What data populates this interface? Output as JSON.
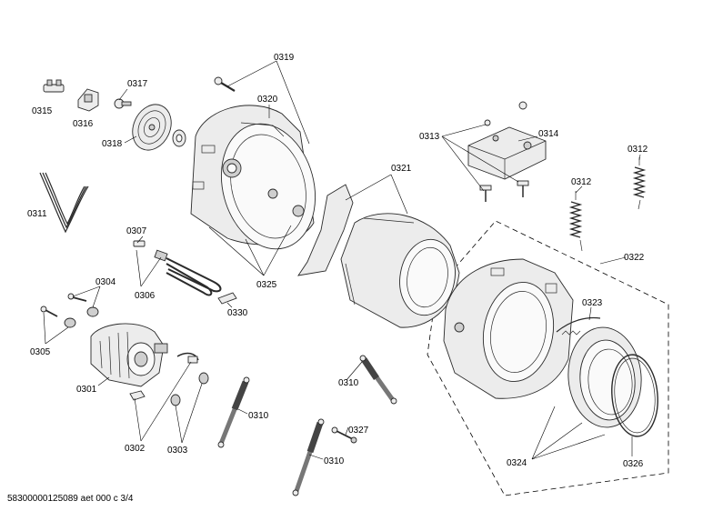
{
  "labels": {
    "p0301": "0301",
    "p0302": "0302",
    "p0303": "0303",
    "p0304": "0304",
    "p0305": "0305",
    "p0306": "0306",
    "p0307": "0307",
    "p0310a": "0310",
    "p0310b": "0310",
    "p0310c": "0310",
    "p0311": "0311",
    "p0312a": "0312",
    "p0312b": "0312",
    "p0313": "0313",
    "p0314": "0314",
    "p0315": "0315",
    "p0316": "0316",
    "p0317": "0317",
    "p0318": "0318",
    "p0319": "0319",
    "p0320": "0320",
    "p0321": "0321",
    "p0322": "0322",
    "p0323": "0323",
    "p0324": "0324",
    "p0325": "0325",
    "p0326": "0326",
    "p0327": "0327",
    "p0330": "0330"
  },
  "footer": {
    "code": "58300000125089 aet 000 c 3/4"
  }
}
